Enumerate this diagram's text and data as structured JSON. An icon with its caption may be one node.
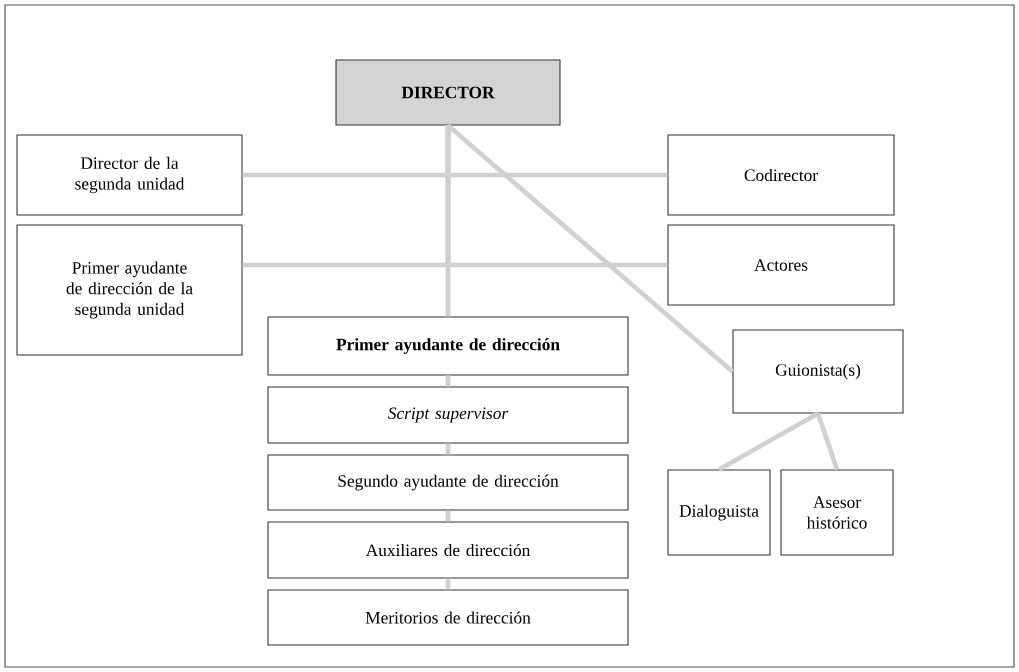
{
  "diagram": {
    "nodes": [
      {
        "text": [
          "DIRECTOR"
        ]
      },
      {
        "text": [
          "Director de la segunda unidad"
        ]
      },
      {
        "text": [
          "Codirector"
        ]
      },
      {
        "text": [
          "Primer ayudante de dirección de la segunda unidad"
        ]
      },
      {
        "text": [
          "Actores"
        ]
      },
      {
        "text": [
          "Primer ayudante de dirección"
        ]
      },
      {
        "text": [
          "Guionista(s)"
        ]
      },
      {
        "text": [
          "Script supervisor"
        ]
      },
      {
        "text": [
          "Segundo ayudante de dirección"
        ]
      },
      {
        "text": [
          "Dialoguista"
        ]
      },
      {
        "text": [
          "Asesor histórico"
        ]
      },
      {
        "text": [
          "Auxiliares de dirección"
        ]
      },
      {
        "text": [
          "Meritorios de dirección"
        ]
      }
    ],
    "edges": [
      {
        "from": 0,
        "to": 1,
        "arrow": "none"
      },
      {
        "from": 0,
        "to": 2,
        "arrow": "none"
      },
      {
        "from": 0,
        "to": 3,
        "arrow": "none"
      },
      {
        "from": 0,
        "to": 4,
        "arrow": "none"
      },
      {
        "from": 0,
        "to": 5,
        "arrow": "none"
      },
      {
        "from": 0,
        "to": 6,
        "arrow": "none"
      },
      {
        "from": 5,
        "to": 7,
        "arrow": "none"
      },
      {
        "from": 7,
        "to": 8,
        "arrow": "none"
      },
      {
        "from": 8,
        "to": 11,
        "arrow": "none"
      },
      {
        "from": 11,
        "to": 12,
        "arrow": "none"
      },
      {
        "from": 6,
        "to": 9,
        "arrow": "none"
      },
      {
        "from": 6,
        "to": 10,
        "arrow": "none"
      }
    ]
  }
}
